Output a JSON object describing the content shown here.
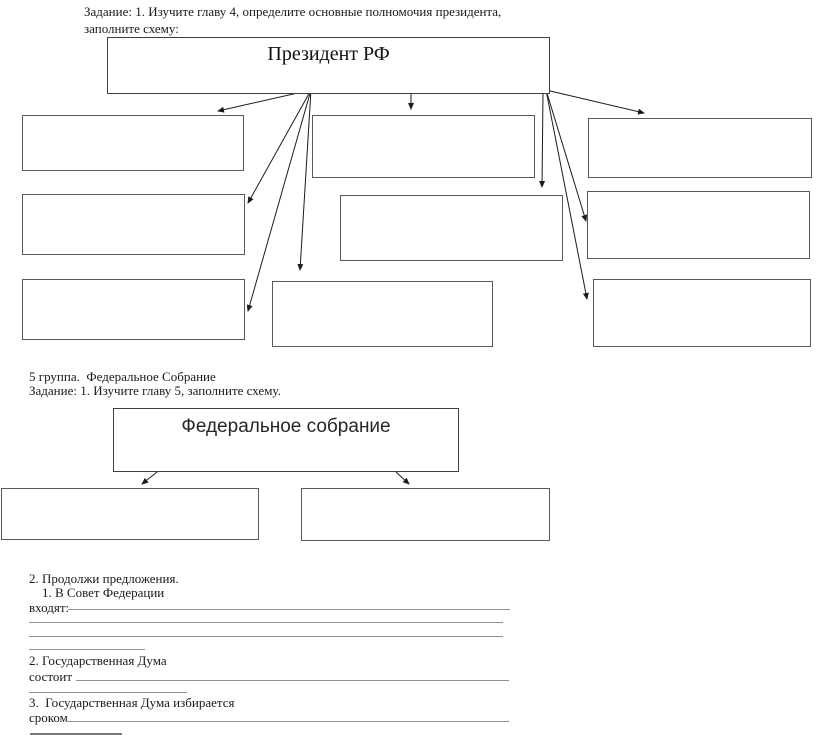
{
  "document": {
    "task1": {
      "line1": "Задание: 1. Изучите главу 4, определите основные полномочия президента,",
      "line2": "заполните схему:"
    },
    "diagram1": {
      "root_label": "Президент РФ"
    },
    "group5": {
      "line1": "5 группа.  Федеральное Собрание",
      "line2": "Задание: 1. Изучите главу 5, заполните схему."
    },
    "diagram2": {
      "root_label": "Федеральное собрание"
    },
    "sentences": {
      "heading": "2. Продолжи предложения.",
      "item1_label": "1. В Совет Федерации",
      "item1_prefix": "входят:",
      "item2_label": "2. Государственная Дума",
      "item2_prefix": "состоит",
      "item3_label": "3.  Государственная Дума избирается",
      "item3_prefix": "сроком"
    },
    "colors": {
      "background": "#ffffff",
      "text": "#1a1a1a",
      "box_border": "#595959",
      "arrow": "#1c1c1c",
      "blank_line": "#8f8f8f"
    }
  }
}
